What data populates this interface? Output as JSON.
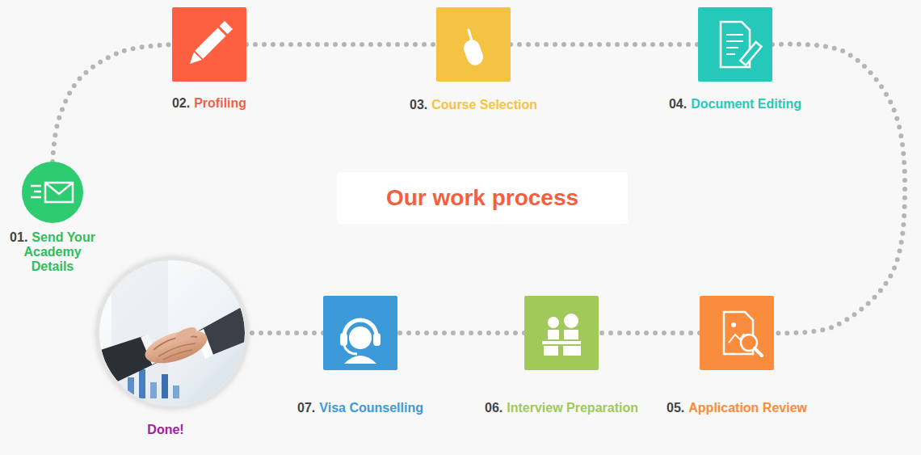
{
  "diagram": {
    "title": "Our work process",
    "nodes": [
      {
        "text": [
          "01.",
          "Send Your Academy Details"
        ]
      },
      {
        "text": [
          "02.",
          "Profiling"
        ]
      },
      {
        "text": [
          "03.",
          "Course Selection"
        ]
      },
      {
        "text": [
          "04.",
          "Document Editing"
        ]
      },
      {
        "text": [
          "05.",
          "Application Review"
        ]
      },
      {
        "text": [
          "06.",
          "Interview Preparation"
        ]
      },
      {
        "text": [
          "07.",
          "Visa Counselling"
        ]
      },
      {
        "text": [
          "Done!"
        ]
      }
    ],
    "edges": [
      {
        "from": 0,
        "to": 1,
        "arrow": "none"
      },
      {
        "from": 1,
        "to": 2,
        "arrow": "none"
      },
      {
        "from": 2,
        "to": 3,
        "arrow": "none"
      },
      {
        "from": 3,
        "to": 4,
        "arrow": "none"
      },
      {
        "from": 4,
        "to": 5,
        "arrow": "none"
      },
      {
        "from": 5,
        "to": 6,
        "arrow": "none"
      },
      {
        "from": 6,
        "to": 7,
        "arrow": "none"
      }
    ]
  }
}
